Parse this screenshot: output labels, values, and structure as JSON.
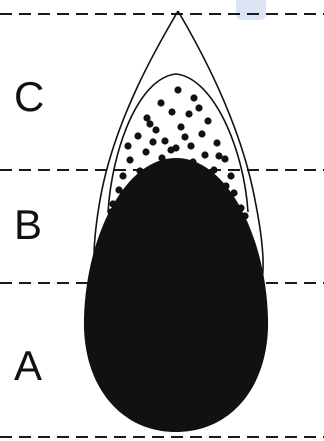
{
  "zones": {
    "top": {
      "label": "C"
    },
    "middle": {
      "label": "B"
    },
    "bottom": {
      "label": "A"
    }
  },
  "dots": {
    "visible": true,
    "count": 40
  },
  "colors": {
    "ink": "#111111",
    "dashes": "#1a1a1a",
    "background": "#ffffff",
    "accent": "#dbe4f5"
  }
}
